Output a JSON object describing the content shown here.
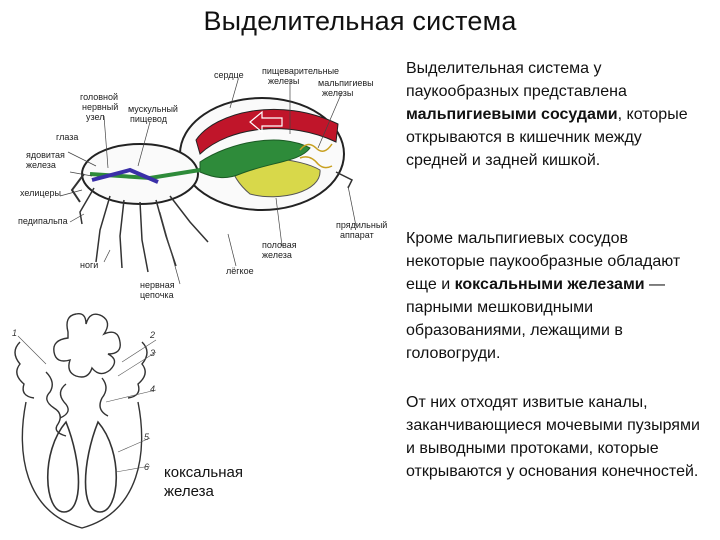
{
  "slide": {
    "title": "Выделительная система"
  },
  "text": {
    "p1_before": "Выделительная система у паукообразных представлена ",
    "p1_bold": "мальпигиевыми сосудами",
    "p1_after": ", которые открываются в кишечник между средней и задней кишкой.",
    "p2_before": "Кроме мальпигиевых сосудов некоторые паукообразные обладают еще и ",
    "p2_bold1": "коксальными железами",
    "p2_after": " — парными мешковидными образованиями, лежащими в головогруди.",
    "p3": "От них отходят извитые каналы, заканчивающиеся мочевыми пузырями и выводными протоками, которые открываются у основания конечностей."
  },
  "diagram": {
    "labels": {
      "heart": "сердце",
      "digestive1": "пищеварительные",
      "digestive2": "железы",
      "malpighian1": "мальпигиевы",
      "malpighian2": "железы",
      "ganglion1": "головной",
      "ganglion2": "нервный",
      "ganglion3": "узел",
      "pharynx1": "мускульный",
      "pharynx2": "пищевод",
      "eyes": "глаза",
      "poison1": "ядовитая",
      "poison2": "железа",
      "chelicerae": "хелицеры",
      "pedipalp": "педипальпа",
      "legs": "ноги",
      "nerve1": "нервная",
      "nerve2": "цепочка",
      "lung": "лёгкое",
      "gonad1": "половая",
      "gonad2": "железа",
      "spinner1": "прядильный",
      "spinner2": "аппарат"
    },
    "numbers": [
      "1",
      "2",
      "3",
      "4",
      "5",
      "6"
    ],
    "caption_line1": "коксальная",
    "caption_line2": "железа"
  },
  "colors": {
    "heart": "#c0152a",
    "gut": "#2e8b3a",
    "nerve": "#3a2fa8",
    "digestive": "#d8d84a",
    "outline": "#222222"
  }
}
